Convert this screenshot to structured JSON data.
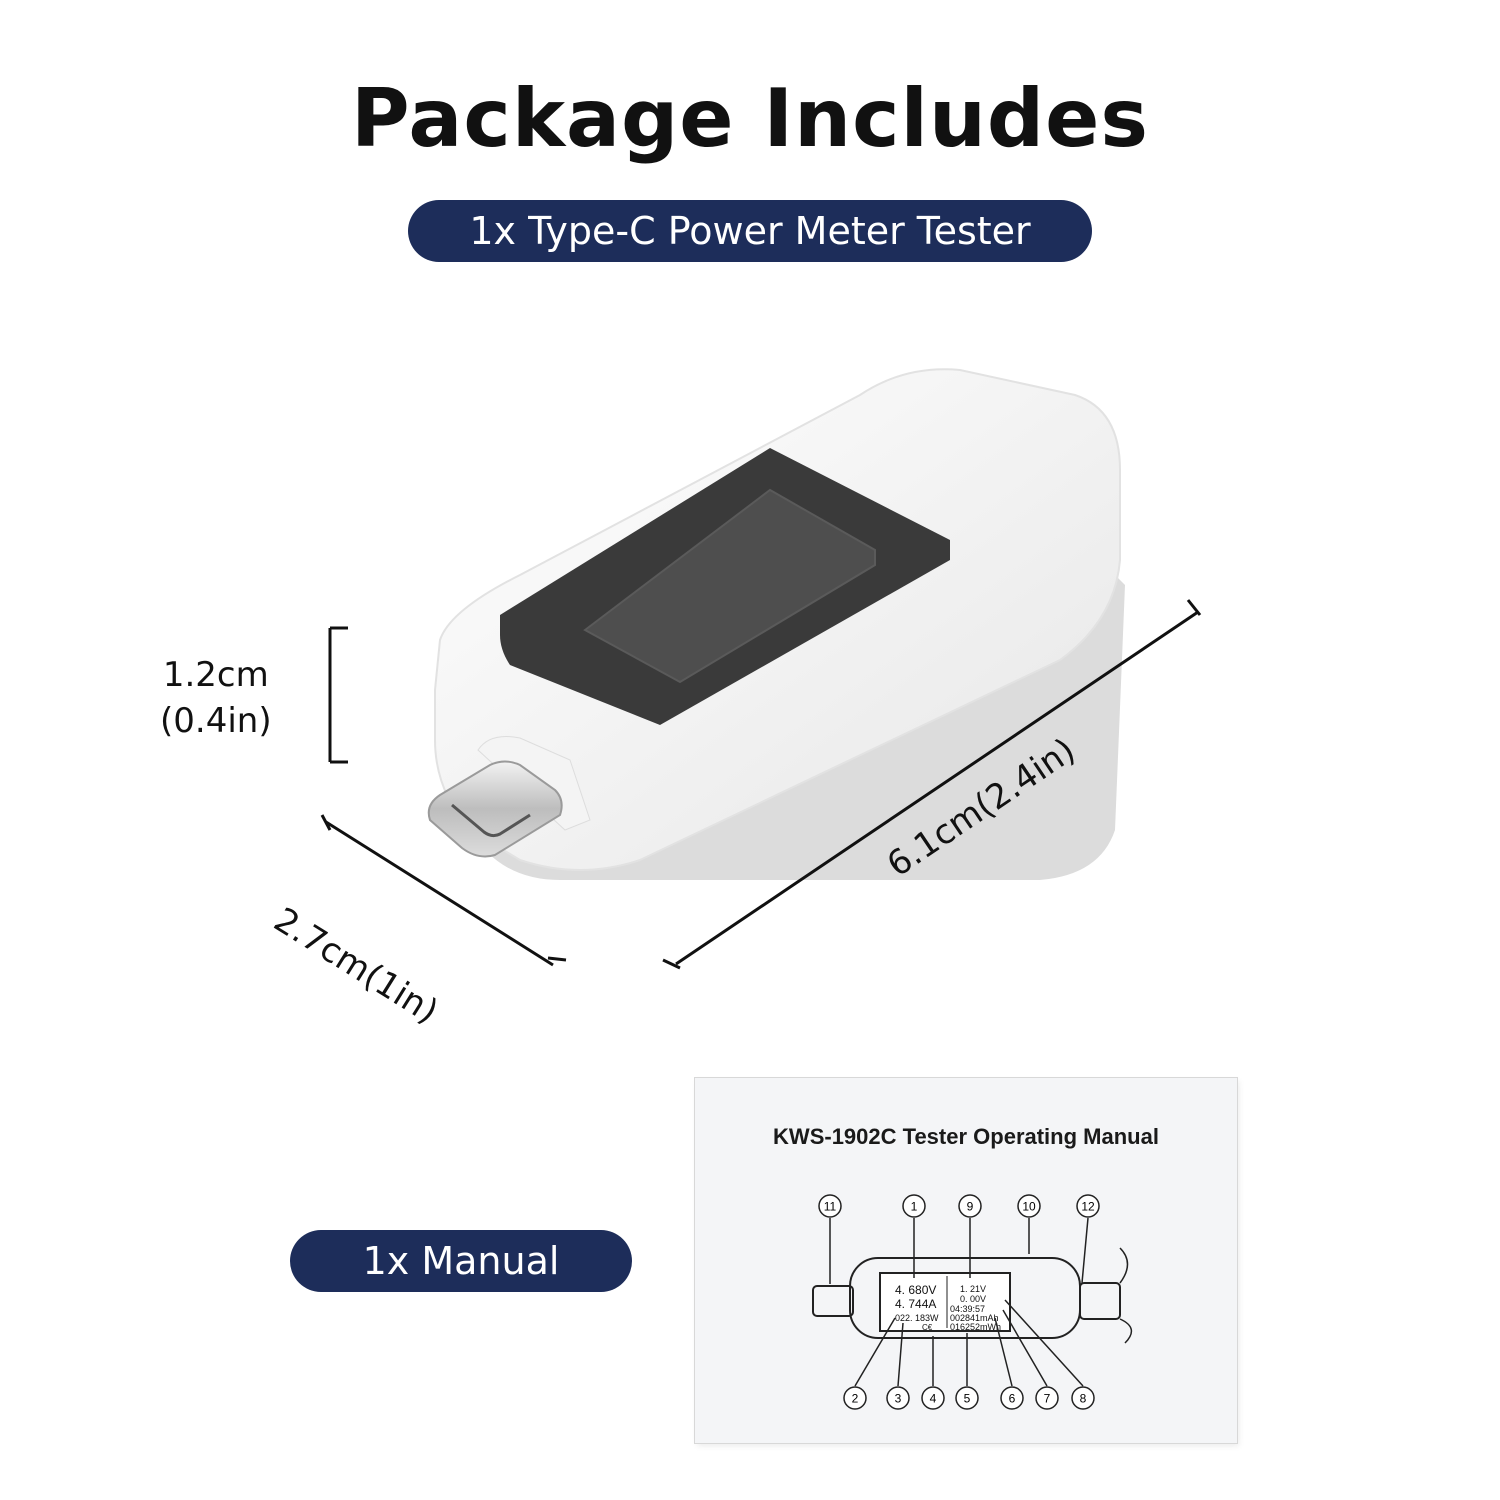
{
  "title": "Package Includes",
  "item_main": "1x Type-C Power Meter Tester",
  "item_manual": "1x Manual",
  "dimensions": {
    "height": [
      "1.2cm",
      "(0.4in)"
    ],
    "width": "2.7cm(1in)",
    "length": "6.1cm(2.4in)"
  },
  "manual": {
    "title": "KWS-1902C Tester Operating Manual",
    "callouts_top": [
      "11",
      "1",
      "9",
      "10",
      "12"
    ],
    "callouts_bottom": [
      "2",
      "3",
      "4",
      "5",
      "6",
      "7",
      "8"
    ],
    "screen_left": [
      "4. 680V",
      "4. 744A",
      "022. 183W",
      "C€"
    ],
    "screen_right": [
      "1. 21V",
      "0. 00V",
      "04:39:57",
      "002841mAh",
      "016252mWh"
    ]
  },
  "colors": {
    "pill": "#1d2d5a",
    "screen": "#3a3a3a",
    "body": "#f2f2f2"
  }
}
